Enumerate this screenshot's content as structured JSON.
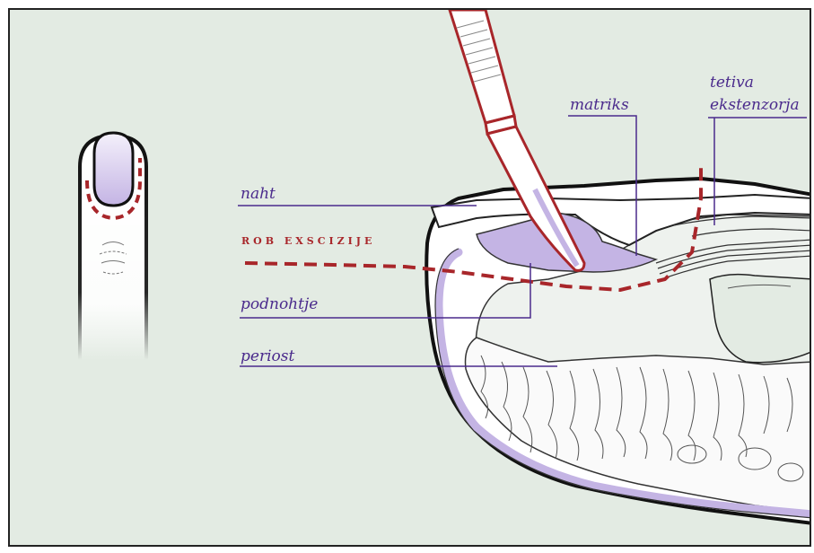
{
  "labels": {
    "naht": "naht",
    "rob_exscizije": "ROB EXSCIZIJE",
    "podnohtje": "podnohtje",
    "periost": "periost",
    "matriks": "matriks",
    "tetiva_line1": "tetiva",
    "tetiva_line2": "ekstenzorja"
  },
  "colors": {
    "background": "#e3ebe3",
    "label": "#4a2a8c",
    "incision": "#a8262a",
    "nail_tint": "#c4b4e4",
    "outline": "#111111"
  }
}
